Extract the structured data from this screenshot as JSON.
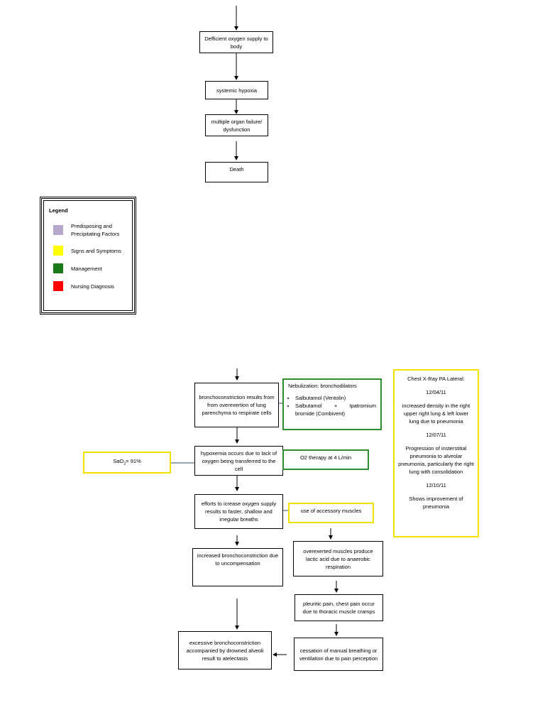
{
  "top": {
    "deficient": "Defficient oxygen supply to body",
    "hypoxia": "systemic hypoxia",
    "organ_failure": "multiple organ failure/ dysfunction",
    "death": "Death"
  },
  "legend": {
    "title": "Legend",
    "items": [
      {
        "label": "Predisposing and Precipitating Factors",
        "color": "#b4a7c9"
      },
      {
        "label": "Signs and Symptoms",
        "color": "#ffff00"
      },
      {
        "label": "Management",
        "color": "#1a7a1a"
      },
      {
        "label": "Nursing Diagnosis",
        "color": "#ff0000"
      }
    ]
  },
  "flow": {
    "bronchoconstriction": "bronchoconstriction results from from overexertion of lung parenchyma to respirate cells",
    "hypoxemia": "hypoxemia occurs due to lack of oxygen being transferred to the cell",
    "efforts": "efforts to icrease oxygen supply results to faster, shallow and irregular breaths",
    "increased": "increased bronchoconstriction due to uncompensation",
    "overexerted": "overexerted muscles produce lactic acid due to anaerobic respiration",
    "pleuritic": "pleuritic pain, chest pain occur due to thoracic muscle cramps",
    "cessation": "cessation of manual breathing or ventilation due to pain perception",
    "excessive": "excessive bronchoconstriction accompanied by drowned alveoli result to atelectasis"
  },
  "management": {
    "neb_title": "Nebulization: bronchodilators",
    "neb_item1": "Salbutamol (Ventolin)",
    "neb_item2_a": "Salbutamol",
    "neb_item2_b": "+",
    "neb_item2_c": "Ipatromium",
    "neb_item2_d": "bromide (Combivent)",
    "o2": "O2 therapy at 4 L/min"
  },
  "signs": {
    "sao2_prefix": "SaO",
    "sao2_sub": "2",
    "sao2_suffix": "= 91%",
    "accessory": "use of accessory muscles"
  },
  "xray": {
    "title": "Chest X-Ray PA Lateral:",
    "date1": "12/04/11",
    "finding1": "increased density in the right upper right lung & left lower lung due to pneumonia",
    "date2": "12/07/11",
    "finding2": "Progression of insterstitial pneumonia to alveolar pneumonia, particularly the right lung with consolidation",
    "date3": "12/10/11",
    "finding3": "Shows improvement of pneumonia"
  }
}
